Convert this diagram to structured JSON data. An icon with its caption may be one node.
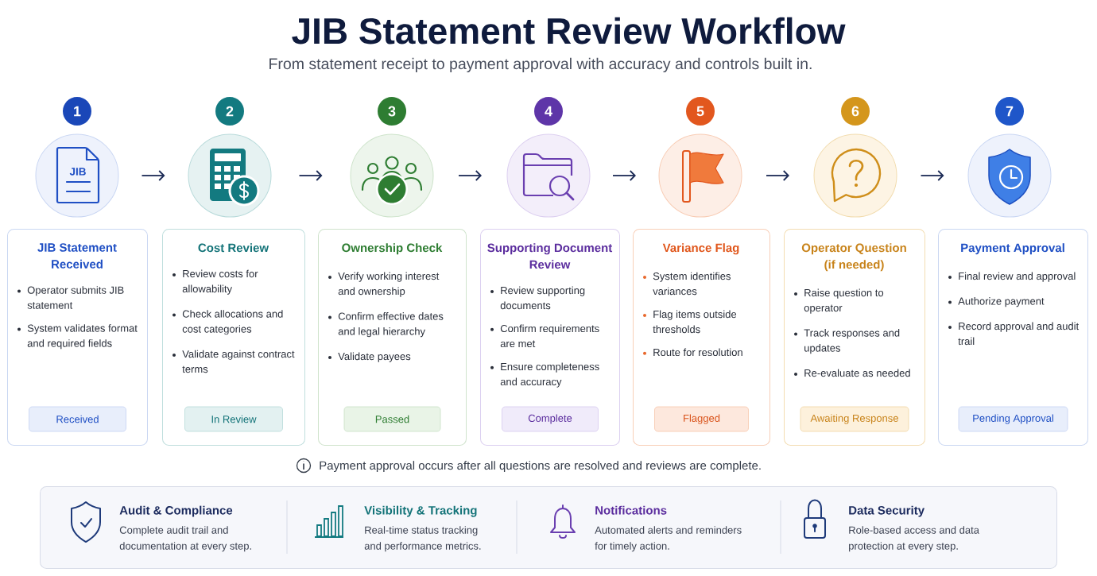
{
  "diagram": {
    "title": "JIB Statement Review Workflow",
    "nodes": [
      {
        "text": [
          "1"
        ]
      },
      {
        "text": [
          "2"
        ]
      },
      {
        "text": [
          "3"
        ]
      },
      {
        "text": [
          "4"
        ]
      },
      {
        "text": [
          "5"
        ]
      },
      {
        "text": [
          "6"
        ]
      },
      {
        "text": [
          "7"
        ]
      },
      {
        "text": [
          "JIB"
        ]
      },
      {
        "text": [],
        "shape": "circle"
      },
      {
        "text": [],
        "shape": "circle"
      },
      {
        "text": [],
        "shape": "circle"
      },
      {
        "text": [],
        "shape": "circle"
      },
      {
        "text": [],
        "shape": "circle"
      },
      {
        "text": [],
        "shape": "circle"
      },
      {
        "text": [
          "JIB Statement Received",
          "Operator submits JIB statement",
          "System validates format and required fields"
        ]
      },
      {
        "text": [
          "Received"
        ],
        "in": 14
      },
      {
        "text": [
          "Cost Review",
          "Review costs for allowability",
          "Check allocations and cost categories",
          "Validate against contract terms"
        ]
      },
      {
        "text": [
          "In Review"
        ],
        "in": 16
      },
      {
        "text": [
          "Ownership Check",
          "Verify working interest and ownership",
          "Confirm effective dates and legal hierarchy",
          "Validate payees"
        ]
      },
      {
        "text": [
          "Passed"
        ],
        "in": 18
      },
      {
        "text": [
          "Supporting Document Review",
          "Review supporting documents",
          "Confirm requirements are met",
          "Ensure completeness and accuracy"
        ]
      },
      {
        "text": [
          "Complete"
        ],
        "in": 20
      },
      {
        "text": [
          "Variance Flag",
          "System identifies variances",
          "Flag items outside thresholds",
          "Route for resolution"
        ]
      },
      {
        "text": [
          "Flagged"
        ],
        "in": 22
      },
      {
        "text": [
          "Operator Question (if needed)",
          "Raise question to operator",
          "Track responses and updates",
          "Re-evaluate as needed"
        ]
      },
      {
        "text": [
          "Awaiting Response"
        ],
        "in": 24
      },
      {
        "text": [
          "Payment Approval",
          "Final review and approval",
          "Authorize payment",
          "Record approval and audit trail"
        ]
      },
      {
        "text": [
          "Pending Approval"
        ],
        "in": 26
      },
      {
        "text": [
          "Audit & Compliance",
          "Complete audit trail and documentation at every step.",
          "Visibility & Tracking",
          "Real-time status tracking and performance metrics.",
          "Notifications",
          "Automated alerts and reminders for timely action.",
          "Data Security",
          "Role-based access and data protection at every step."
        ]
      }
    ],
    "edges": [
      {
        "from": 7,
        "to": 8,
        "arrow": "to"
      },
      {
        "from": 8,
        "to": 9,
        "arrow": "to"
      },
      {
        "from": 9,
        "to": 10,
        "arrow": "to"
      },
      {
        "from": 10,
        "to": 11,
        "arrow": "to"
      },
      {
        "from": 11,
        "to": 12,
        "arrow": "to"
      },
      {
        "from": 12,
        "to": 13,
        "arrow": "to"
      }
    ],
    "labels": [
      "From statement receipt to payment approval with accuracy and controls built in.",
      "Payment approval occurs after all questions are resolved and reviews are complete."
    ]
  }
}
